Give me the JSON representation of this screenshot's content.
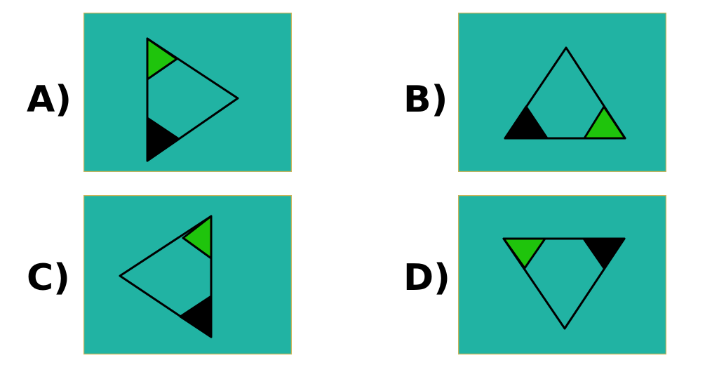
{
  "options": [
    {
      "label": "A)",
      "left_corner_color": "#1fc40c",
      "right_corner_color": "#000000",
      "highlight": false
    },
    {
      "label": "B)",
      "left_corner_color": "#000000",
      "right_corner_color": "#1fc40c",
      "highlight": false
    },
    {
      "label": "C)",
      "left_corner_color": "#1fc40c",
      "right_corner_color": "#000000",
      "highlight": false
    },
    {
      "label": "D)",
      "left_corner_color": "#1fc40c",
      "right_corner_color": "#000000",
      "highlight": true
    }
  ],
  "colors": {
    "panel_background": "#21b3a3",
    "panel_border": "#c9b45a",
    "triangle_outline": "#000000",
    "green": "#1fc40c",
    "black": "#000000",
    "label_highlight_fill": "#d3d3d3"
  }
}
